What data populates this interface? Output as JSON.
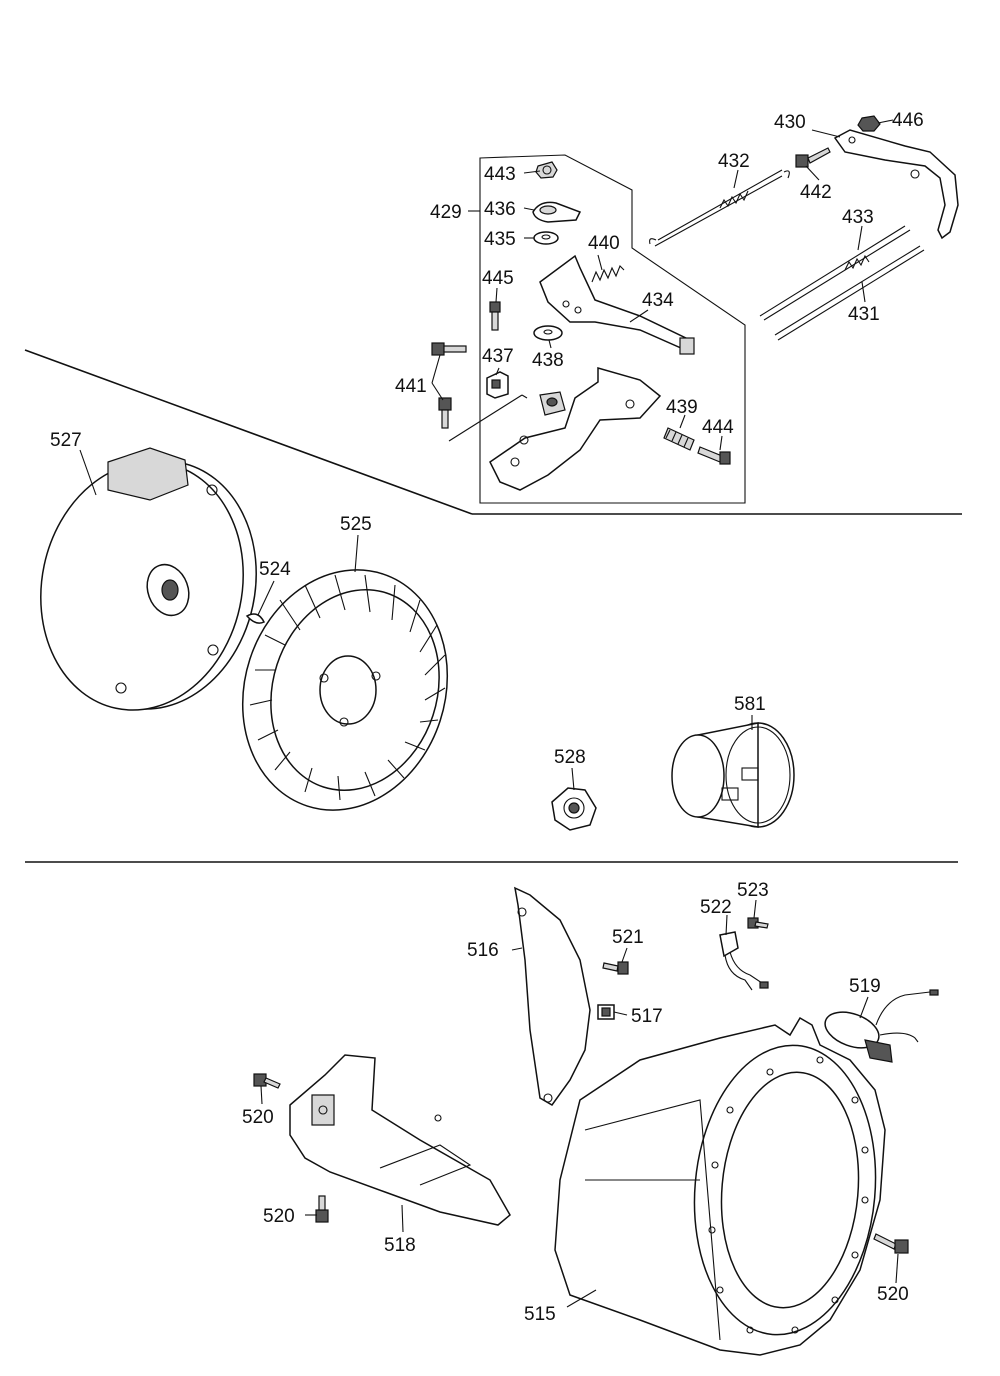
{
  "labels": {
    "p429": "429",
    "p430": "430",
    "p431": "431",
    "p432": "432",
    "p433": "433",
    "p434": "434",
    "p435": "435",
    "p436": "436",
    "p437": "437",
    "p438": "438",
    "p439": "439",
    "p440": "440",
    "p441": "441",
    "p442": "442",
    "p443": "443",
    "p444": "444",
    "p445": "445",
    "p446": "446",
    "p515": "515",
    "p516": "516",
    "p517": "517",
    "p518": "518",
    "p519": "519",
    "p520a": "520",
    "p520b": "520",
    "p520c": "520",
    "p521": "521",
    "p522": "522",
    "p523": "523",
    "p524": "524",
    "p525": "525",
    "p527": "527",
    "p528": "528",
    "p581": "581"
  }
}
